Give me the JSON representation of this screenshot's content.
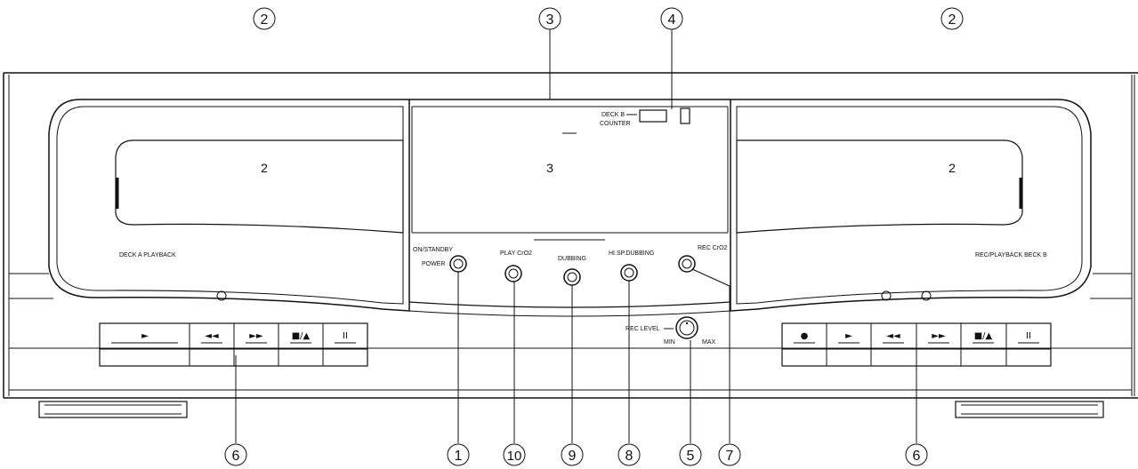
{
  "labels": {
    "deck_a": "DECK A PLAYBACK",
    "deck_b": "REC/PLAYBACK BECK B",
    "on_standby": "ON/STANDBY",
    "power": "POWER",
    "play_cro2": "PLAY CrO2",
    "dubbing": "DUBBING",
    "hi_sp_dubbing": "HI.SP.DUBBING",
    "rec_cro2": "REC CrO2",
    "deck_b_short": "DECK B",
    "counter": "COUNTER",
    "rec_level": "REC LEVEL",
    "min": "MIN",
    "max": "MAX"
  },
  "window_marks": {
    "left": "2",
    "center": "3",
    "right": "2"
  },
  "callouts": {
    "c2_left": "2",
    "c3": "3",
    "c4": "4",
    "c2_right": "2",
    "c6_left": "6",
    "c1": "1",
    "c10": "10",
    "c9": "9",
    "c8": "8",
    "c5": "5",
    "c7": "7",
    "c6_right": "6"
  },
  "deck_a_buttons": [
    "►",
    "◄◄",
    "►►",
    "■/▲",
    "II"
  ],
  "deck_b_buttons": [
    "●",
    "►",
    "◄◄",
    "►►",
    "■/▲",
    "II"
  ]
}
